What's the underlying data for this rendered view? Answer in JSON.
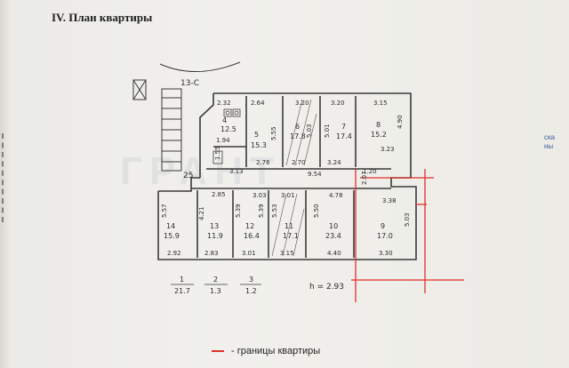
{
  "heading": "IV. План квартиры",
  "legend": {
    "dash": "—",
    "text": "- границы квартиры"
  },
  "watermark": "ГРАНТ",
  "colors": {
    "wall": "#3a3a3a",
    "boundary": "#e0302b",
    "page": "#f1f0ec"
  },
  "plan": {
    "stair_label": "13-С",
    "corridor_label": "25",
    "rooms": [
      {
        "num": "4",
        "area": "12.5"
      },
      {
        "num": "5",
        "area": "15.3"
      },
      {
        "num": "6",
        "area": "17.8"
      },
      {
        "num": "7",
        "area": "17.4"
      },
      {
        "num": "8",
        "area": "15.2"
      },
      {
        "num": "9",
        "area": "17.0"
      },
      {
        "num": "10",
        "area": "23.4"
      },
      {
        "num": "11",
        "area": "17.1"
      },
      {
        "num": "12",
        "area": "16.4"
      },
      {
        "num": "13",
        "area": "11.9"
      },
      {
        "num": "14",
        "area": "15.9"
      }
    ],
    "dims": {
      "top": [
        "2.32",
        "2.64",
        "3.20",
        "3.20",
        "3.15"
      ],
      "mid_top": [
        "1.94",
        "3.13",
        "2.76",
        "2.70",
        "3.24",
        "1.20",
        "3.23"
      ],
      "corridor": "9.54",
      "mid_bottom": [
        "2.85",
        "3.03",
        "3.01",
        "4.78",
        "3.38"
      ],
      "bottom": [
        "2.92",
        "2.83",
        "3.01",
        "3.15",
        "4.40",
        "3.30"
      ],
      "vertical": [
        "5.57",
        "4.21",
        "5.39",
        "5.39",
        "5.53",
        "5.50",
        "5.03",
        "5.03",
        "5.01",
        "4.90",
        "5.55",
        "1.55",
        "2.07"
      ]
    },
    "small_rooms": [
      {
        "num": "1",
        "area": "21.7"
      },
      {
        "num": "2",
        "area": "1.3"
      },
      {
        "num": "3",
        "area": "1.2"
      }
    ],
    "ceiling": "h = 2.93"
  },
  "side_notes": [
    "ска",
    "ны"
  ]
}
